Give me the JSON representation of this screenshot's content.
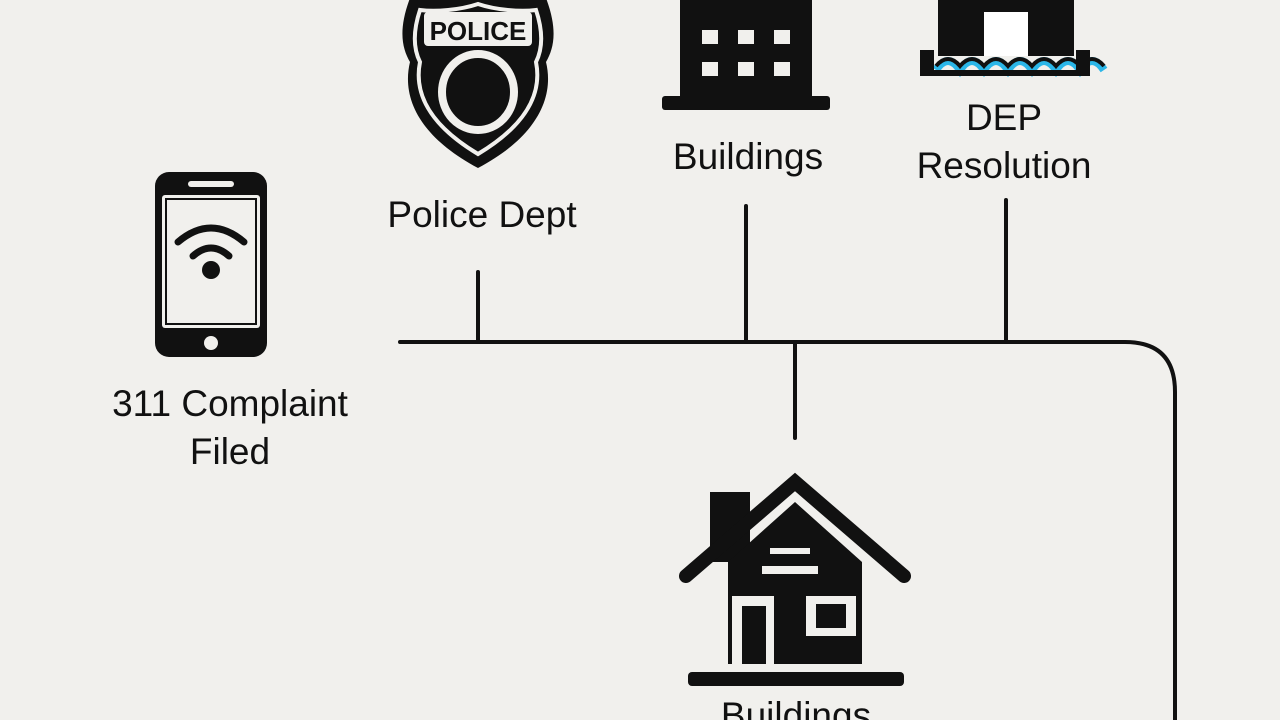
{
  "nodes": {
    "complaint": {
      "line1": "311 Complaint",
      "line2": "Filed",
      "icon": "smartphone-wifi-icon"
    },
    "police": {
      "label": "Police Dept",
      "badge_text": "POLICE",
      "icon": "police-badge-icon"
    },
    "buildings_top": {
      "label": "Buildings",
      "icon": "office-building-icon"
    },
    "dep": {
      "line1": "DEP",
      "line2": "Resolution",
      "icon": "water-facility-icon"
    },
    "buildings_bottom": {
      "label": "Buildings",
      "icon": "house-icon"
    }
  },
  "colors": {
    "background": "#f1f0ed",
    "ink": "#111111",
    "water_accent": "#2bb6e8"
  }
}
